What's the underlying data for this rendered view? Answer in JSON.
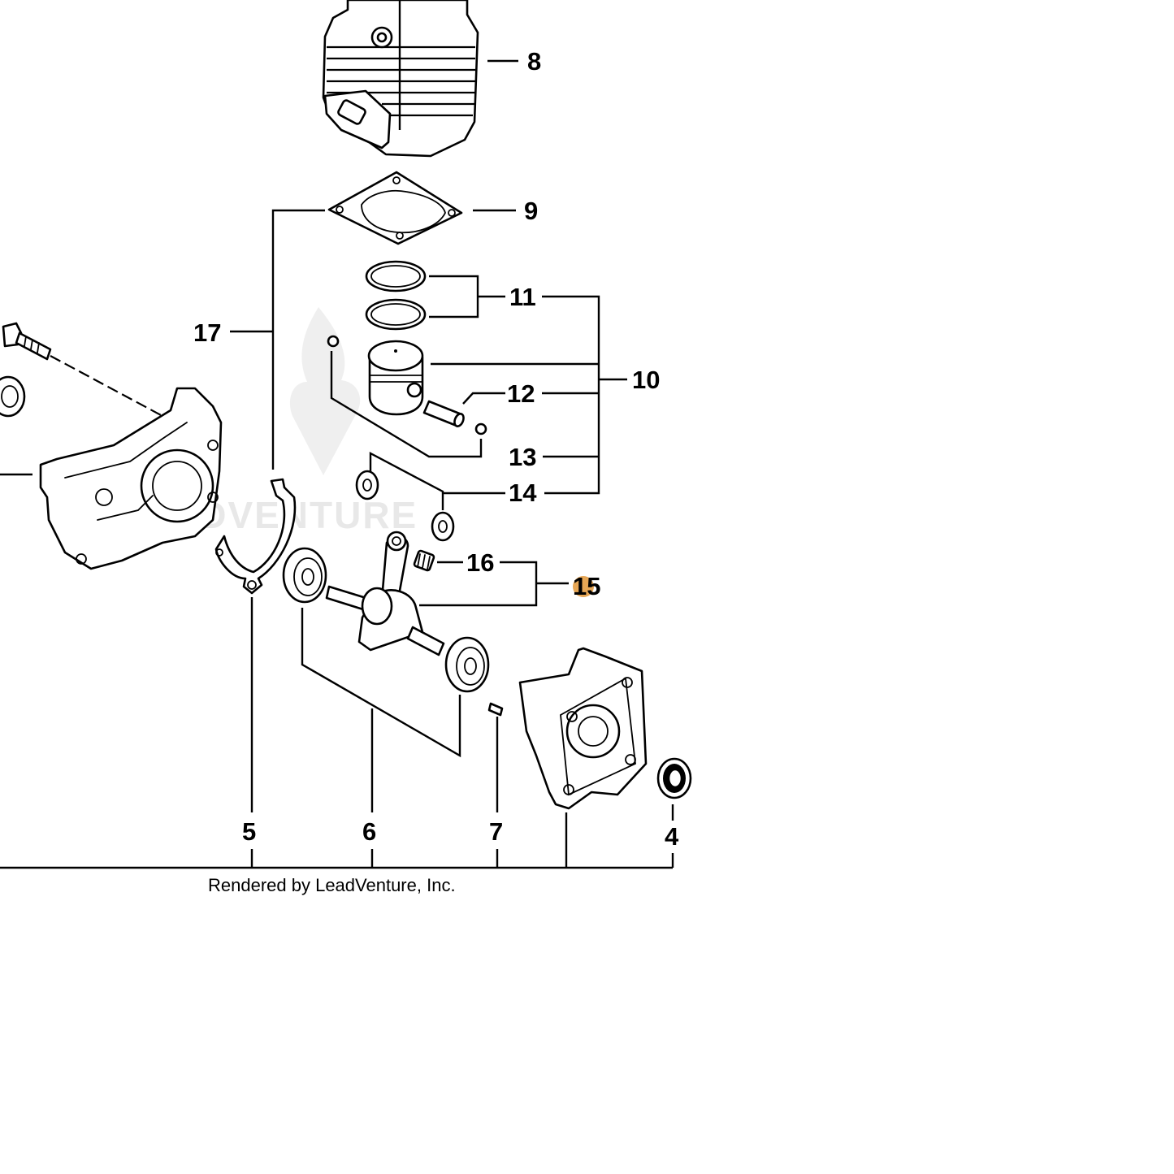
{
  "callouts": {
    "c4": "4",
    "c5": "5",
    "c6": "6",
    "c7": "7",
    "c8": "8",
    "c9": "9",
    "c10": "10",
    "c11": "11",
    "c12": "12",
    "c13": "13",
    "c14": "14",
    "c15": "15",
    "c16": "16",
    "c17": "17"
  },
  "highlighted_callout": "15",
  "highlight_color": "#e0902a",
  "watermark": {
    "text": "ADVENTURE"
  },
  "credit": "Rendered by LeadVenture, Inc."
}
